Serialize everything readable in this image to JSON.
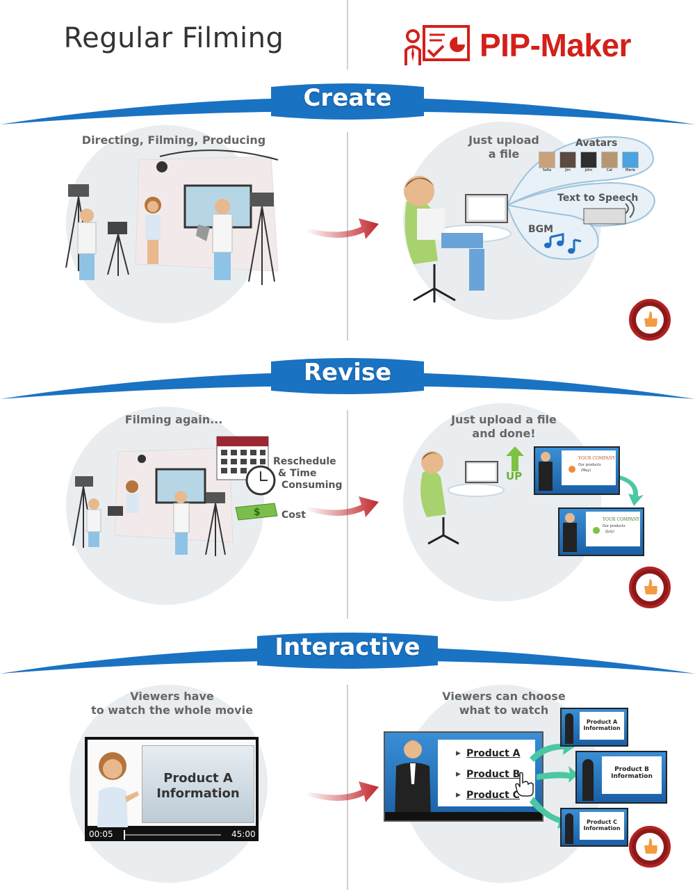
{
  "header": {
    "left_title": "Regular Filming",
    "brand": "PIP-Maker"
  },
  "sections": {
    "create": {
      "title": "Create",
      "left_caption": "Directing, Filming, Producing",
      "right_caption_line1": "Just upload",
      "right_caption_line2": "a file",
      "avatars_label": "Avatars",
      "avatar_names": [
        "Sofia",
        "Jim",
        "John",
        "Cat",
        "Marie"
      ],
      "tts_label": "Text to Speech",
      "bgm_label": "BGM"
    },
    "revise": {
      "title": "Revise",
      "left_caption": "Filming again...",
      "reschedule_line1": "Reschedule",
      "reschedule_line2": "& Time",
      "reschedule_line3": "Consuming",
      "cost_label": "Cost",
      "right_caption_line1": "Just upload a file",
      "right_caption_line2": "and done!",
      "up_label": "UP",
      "slide1_company": "YOUR COMPANY",
      "slide1_products": "Our products",
      "slide1_month": "(May)",
      "slide2_company": "YOUR COMPANY",
      "slide2_products": "Our products",
      "slide2_month": "(July)"
    },
    "interactive": {
      "title": "Interactive",
      "left_caption_line1": "Viewers have",
      "left_caption_line2": "to watch the whole movie",
      "video_text_line1": "Product A",
      "video_text_line2": "Information",
      "time_current": "00:05",
      "time_total": "45:00",
      "right_caption_line1": "Viewers can choose",
      "right_caption_line2": "what to watch",
      "menu_items": [
        "Product A",
        "Product B",
        "Product C"
      ],
      "result_a_line1": "Product A",
      "result_a_line2": "Information",
      "result_b_line1": "Product B",
      "result_b_line2": "Information",
      "result_c_line1": "Product C",
      "result_c_line2": "Information"
    }
  },
  "colors": {
    "banner_blue": "#1a72c2",
    "brand_red": "#d3201a",
    "arrow_red": "#c0262c",
    "circle_gray": "#e9edf0"
  }
}
